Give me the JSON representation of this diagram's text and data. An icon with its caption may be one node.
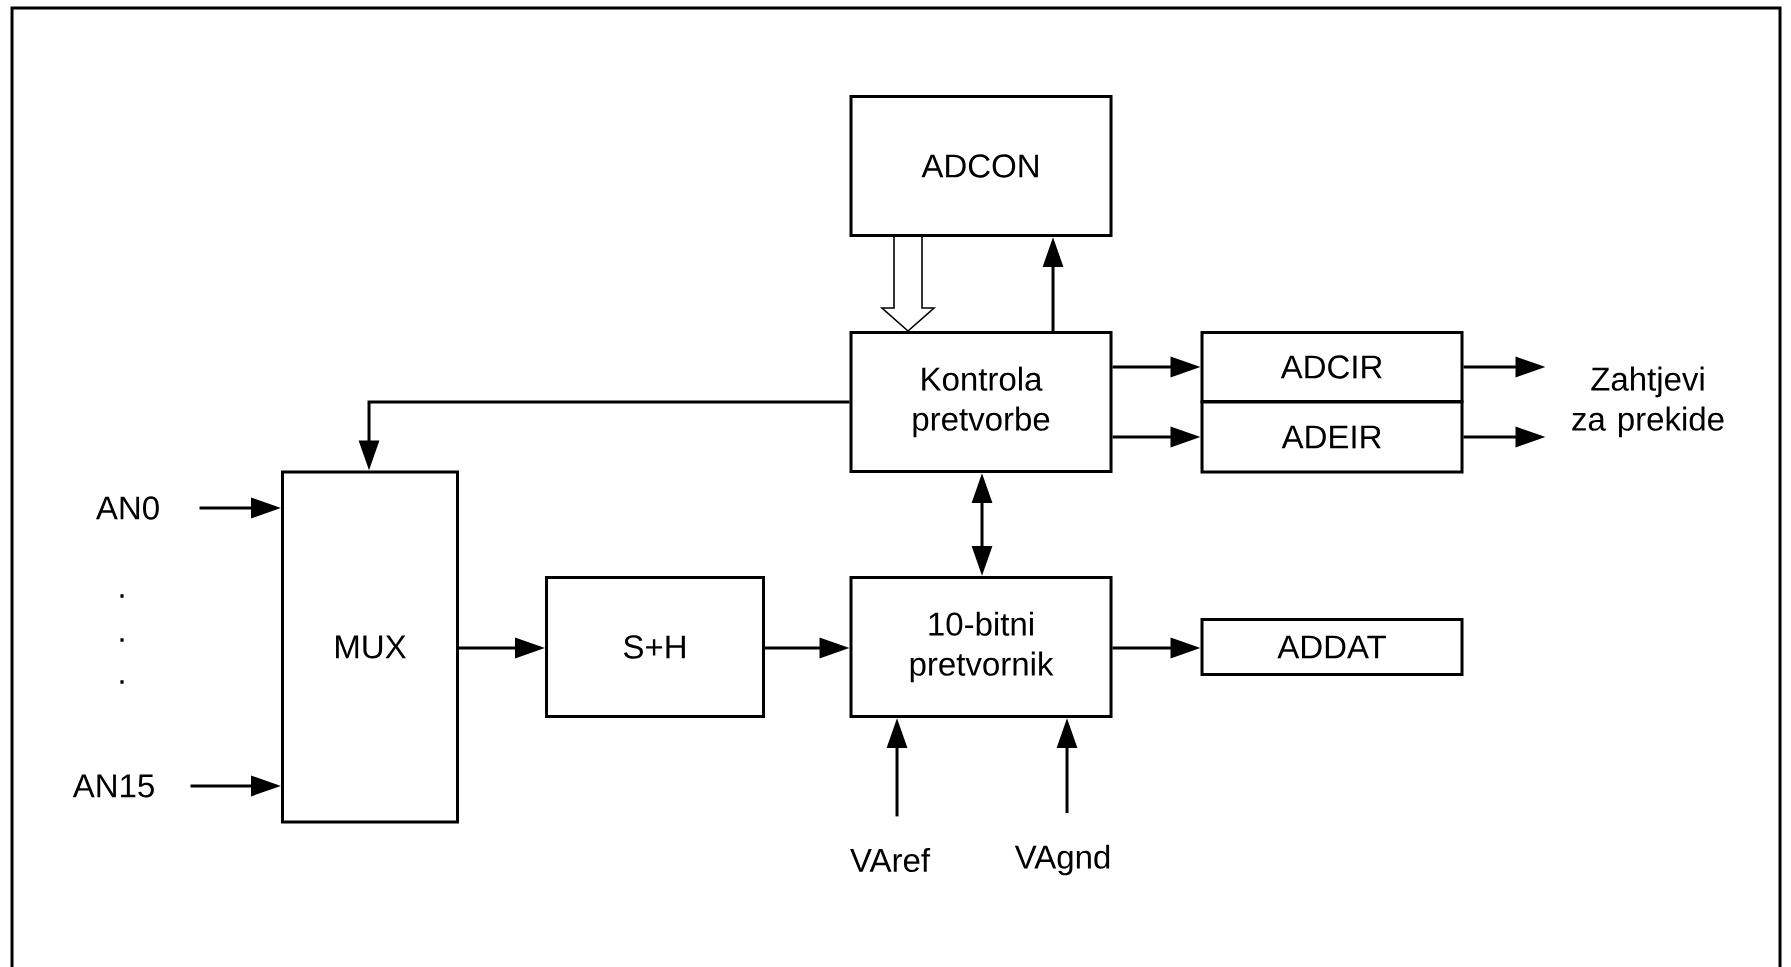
{
  "diagram": {
    "nodes": [
      {
        "text": [
          "ADCON"
        ]
      },
      {
        "text": [
          "Kontrola pretvorbe"
        ]
      },
      {
        "text": [
          "ADCIR"
        ]
      },
      {
        "text": [
          "ADEIR"
        ]
      },
      {
        "text": [
          "Zahtjevi za prekide"
        ]
      },
      {
        "text": [
          "AN0"
        ]
      },
      {
        "text": [
          "MUX"
        ]
      },
      {
        "text": [
          "S+H"
        ]
      },
      {
        "text": [
          "10-bitni pretvornik"
        ]
      },
      {
        "text": [
          "ADDAT"
        ]
      },
      {
        "text": [
          "AN15"
        ]
      },
      {
        "text": [
          "VAref"
        ]
      },
      {
        "text": [
          "VAgnd"
        ]
      }
    ],
    "edges": [
      {
        "from": 0,
        "to": 1,
        "arrow": "to",
        "style": "thick"
      },
      {
        "from": 1,
        "to": 0,
        "arrow": "to"
      },
      {
        "from": 1,
        "to": 2,
        "arrow": "to"
      },
      {
        "from": 1,
        "to": 3,
        "arrow": "to"
      },
      {
        "from": 2,
        "to": 4,
        "arrow": "to"
      },
      {
        "from": 3,
        "to": 4,
        "arrow": "to"
      },
      {
        "from": 1,
        "to": 6,
        "arrow": "to"
      },
      {
        "from": 5,
        "to": 6,
        "arrow": "to"
      },
      {
        "from": 6,
        "to": 7,
        "arrow": "to"
      },
      {
        "from": 7,
        "to": 8,
        "arrow": "to"
      },
      {
        "from": 8,
        "to": 9,
        "arrow": "to"
      },
      {
        "from": 10,
        "to": 6,
        "arrow": "to"
      },
      {
        "from": 1,
        "to": 8,
        "arrow": "both"
      },
      {
        "from": 11,
        "to": 8,
        "arrow": "to"
      },
      {
        "from": 12,
        "to": 8,
        "arrow": "to"
      }
    ],
    "labels": [
      ".",
      ".",
      "."
    ]
  }
}
